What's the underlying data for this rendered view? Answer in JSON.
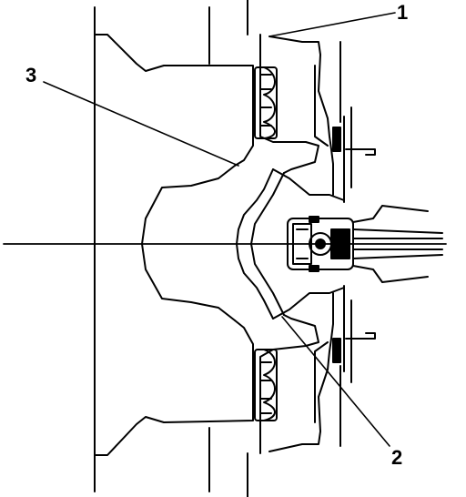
{
  "callouts": [
    {
      "label": "1"
    },
    {
      "label": "2"
    },
    {
      "label": "3"
    }
  ],
  "colors": {
    "line": "#000000",
    "background": "#ffffff"
  }
}
